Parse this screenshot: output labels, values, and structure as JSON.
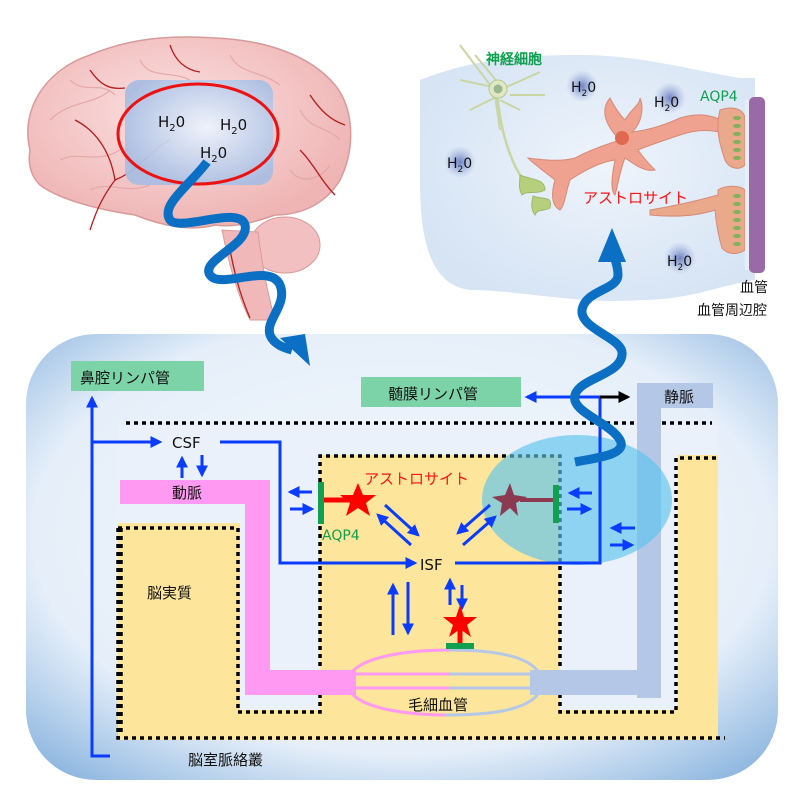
{
  "brain_panel": {
    "water_labels": [
      {
        "main": "H",
        "sub": "2",
        "tail": "0"
      },
      {
        "main": "H",
        "sub": "2",
        "tail": "0"
      },
      {
        "main": "H",
        "sub": "2",
        "tail": "0"
      }
    ]
  },
  "cell_panel": {
    "neuron_label": "神経細胞",
    "astrocyte_label": "アストロサイト",
    "aqp4_label": "AQP4",
    "vessel_label": "血管",
    "perivascular_label": "血管周辺腔",
    "water_labels": [
      {
        "main": "H",
        "sub": "2",
        "tail": "0"
      },
      {
        "main": "H",
        "sub": "2",
        "tail": "0"
      },
      {
        "main": "H",
        "sub": "2",
        "tail": "0"
      },
      {
        "main": "H",
        "sub": "2",
        "tail": "0"
      }
    ]
  },
  "schema": {
    "nasal_lymph": "鼻腔リンパ管",
    "meningeal_lymph": "髄膜リンパ管",
    "vein": "静脈",
    "csf": "CSF",
    "artery": "動脈",
    "parenchyma": "脳実質",
    "astrocyte": "アストロサイト",
    "aqp4": "AQP4",
    "isf": "ISF",
    "capillary": "毛細血管",
    "choroid_plexus": "脳室脈絡叢"
  },
  "colors": {
    "flow_arrow": "#0a3cff",
    "wave_arrow": "#0b6fc4",
    "lymph_box": "#7dd3a8",
    "artery": "#ff99f2",
    "vein": "#b4c7e6",
    "parenchyma": "#fde59b",
    "astrocyte_star": "#ff0000",
    "aqp4": "#10a050",
    "highlight_ellipse": "#5cc3ee",
    "red_text": "#ff0000",
    "green_text": "#10a050"
  }
}
